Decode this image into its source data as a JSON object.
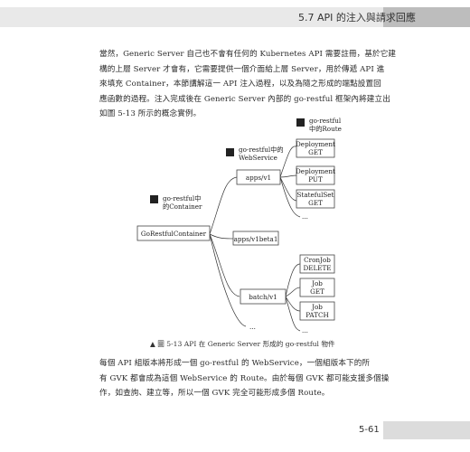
{
  "header": {
    "title": "5.7 API 的注入與請求回應"
  },
  "intro": [
    {
      "text": "當然，Generic Server 自己也不會有任何的 Kubernetes API 需要註冊，基於它建"
    },
    {
      "text": "構的上層 Server 才會有，它需要提供一個介面給上層 Server，用於傳遞 API 進"
    },
    {
      "text": "來填充 Container，本節講解這一 API 注入過程，以及為隨之形成的端點設置回"
    },
    {
      "text": "應函數的過程。注入完成後在 Generic Server 內部的 go-restful 框架內將建立出"
    },
    {
      "text": "如圖 5-13 所示的概念實例。"
    }
  ],
  "diagram": {
    "callouts": {
      "route": [
        "go-restful",
        "中的Route"
      ],
      "webservice": [
        "go-restful中的",
        "WebService"
      ],
      "container": [
        "go-restful中",
        "的Container"
      ]
    },
    "root": "GoRestfulContainer",
    "webservices": [
      "apps/v1",
      "apps/v1beta1",
      "batch/v1",
      "..."
    ],
    "apps_v1_routes": [
      [
        "Deployment",
        "GET"
      ],
      [
        "Deployment",
        "PUT"
      ],
      [
        "StatefulSet",
        "GET"
      ]
    ],
    "batch_v1_routes": [
      [
        "CronJob",
        "DELETE"
      ],
      [
        "Job",
        "GET"
      ],
      [
        "Job",
        "PATCH"
      ]
    ],
    "ellipsis": "..."
  },
  "caption": "▲ 圖 5-13 API 在 Generic Server 形成的 go-restful 物件",
  "outro": [
    {
      "text": "每個 API 組版本將形成一個 go-restful 的 WebService，一個組版本下的所"
    },
    {
      "text": "有 GVK 都會成為這個 WebService 的 Route。由於每個 GVK 都可能支援多個操"
    },
    {
      "text": "作，如查詢、建立等，所以一個 GVK 完全可能形成多個 Route。"
    }
  ],
  "footer": {
    "page_number": "5-61"
  }
}
